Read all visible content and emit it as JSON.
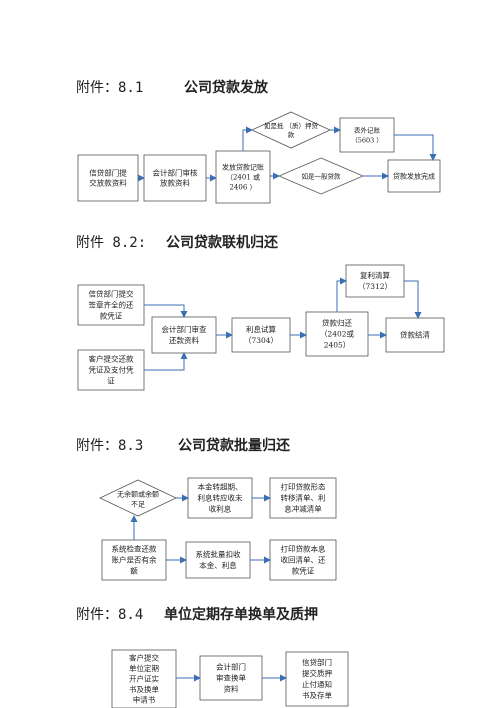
{
  "sections": [
    {
      "label": "附件：8.1",
      "title": "公司贷款发放"
    },
    {
      "label": "附件 8.2:",
      "title": "公司贷款联机归还"
    },
    {
      "label": "附件：8.3",
      "title": "公司贷款批量归还"
    },
    {
      "label": "附件：8.4",
      "title": "单位定期存单换单及质押"
    }
  ],
  "flow1": {
    "n1": [
      "信贷部门提",
      "交放款资料"
    ],
    "n2": [
      "会计部门审核",
      "放款资料"
    ],
    "n3": [
      "发放贷款记账",
      "（2401    或",
      "2406    ）"
    ],
    "d1": [
      "如是抵   （质）押贷",
      "款"
    ],
    "n4": [
      "表外记账",
      "（5603       ）"
    ],
    "d2": [
      "如是一般贷款"
    ],
    "n5": [
      "贷款发放完成"
    ]
  },
  "flow2": {
    "n1": [
      "信贷部门提交",
      "签章齐全的还",
      "款凭证"
    ],
    "n2": [
      "客户提交还款",
      "凭证及支付凭",
      "证"
    ],
    "n3": [
      "会计部门审查",
      "还款资料"
    ],
    "n4": [
      "利息试算",
      "（7304）"
    ],
    "n5": [
      "贷款归还",
      "（2402或",
      "2405）"
    ],
    "n6": [
      "复利清算",
      "（7312）"
    ],
    "n7": [
      "贷款结清"
    ]
  },
  "flow3": {
    "d1": [
      "无余额或余额",
      "不足"
    ],
    "n1": [
      "本金转超期、",
      "利息转应收未",
      "收利息"
    ],
    "n2": [
      "打印贷款形态",
      "转移清单、利",
      "息冲减清单"
    ],
    "n3": [
      "系统检查还款",
      "账户是否有余",
      "额"
    ],
    "n4": [
      "系统批量扣收",
      "本金、利息"
    ],
    "n5": [
      "打印贷款本息",
      "收回清单、还",
      "款凭证"
    ]
  },
  "flow4": {
    "n1": [
      "客户提交",
      "单位定期",
      "开户证实",
      "书及换单",
      "申请书"
    ],
    "n2": [
      "会计部门",
      "审查换单",
      "资料"
    ],
    "n3": [
      "信贷部门",
      "提交质押",
      "止付通知",
      "书及存单"
    ]
  }
}
